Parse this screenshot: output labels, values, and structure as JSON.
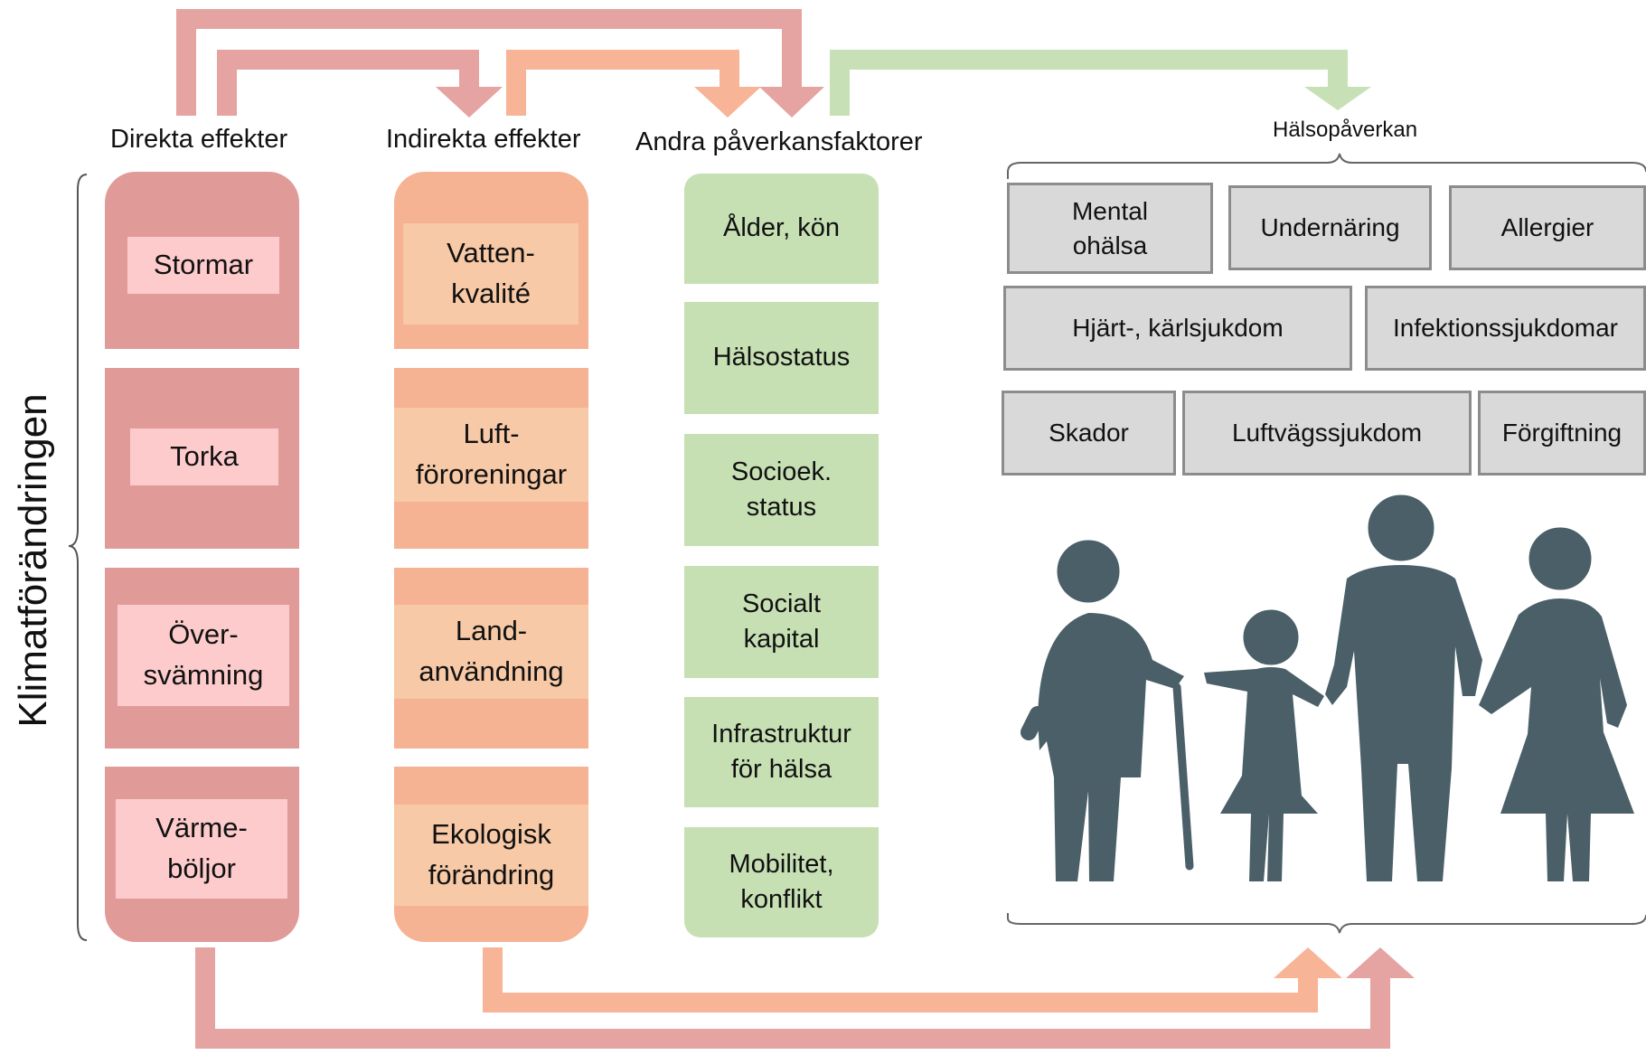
{
  "side_label": "Klimatförändringen",
  "columns": {
    "direct": {
      "title": "Direkta effekter",
      "items": [
        "Stormar",
        "Torka",
        "Över-\nsvämning",
        "Värme-\nböljor"
      ]
    },
    "indirect": {
      "title": "Indirekta effekter",
      "items": [
        "Vatten-\nkvalité",
        "Luft-\nföroreningar",
        "Land-\nanvändning",
        "Ekologisk\nförändring"
      ]
    },
    "other": {
      "title": "Andra påverkansfaktorer",
      "items": [
        "Ålder, kön",
        "Hälsostatus",
        "Socioek.\nstatus",
        "Socialt\nkapital",
        "Infrastruktur\nför hälsa",
        "Mobilitet,\nkonflikt"
      ]
    }
  },
  "health": {
    "title": "Hälsopåverkan",
    "row1": [
      "Mental\nohälsa",
      "Undernäring",
      "Allergier"
    ],
    "row2": [
      "Hjärt-, kärlsjukdom",
      "Infektionssjukdomar"
    ],
    "row3": [
      "Skador",
      "Luftvägssjukdom",
      "Förgiftning"
    ],
    "people_icon": "family-people-icon"
  },
  "colors": {
    "direct": "#e09b99",
    "indirect": "#f6b394",
    "other": "#c6e0b4",
    "direct_label": "#fdcbcc",
    "indirect_label": "#f7c9a6",
    "health_box": "#d9d9d9",
    "people": "#4a5f68"
  }
}
